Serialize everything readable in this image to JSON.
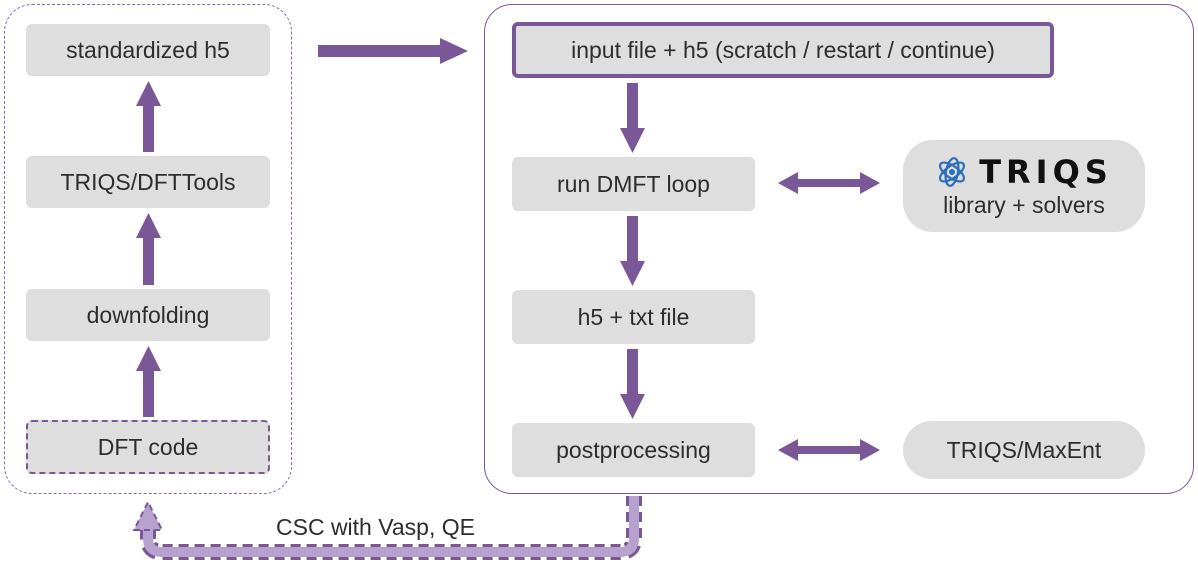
{
  "left_column": {
    "standardized": "standardized h5",
    "dfttools": "TRIQS/DFTTools",
    "downfolding": "downfolding",
    "dft_code": "DFT code"
  },
  "right_column": {
    "input": "input file + h5 (scratch / restart / continue)",
    "dmft_loop": "run DMFT loop",
    "h5_txt": "h5 + txt file",
    "postprocessing": "postprocessing"
  },
  "side_tools": {
    "triqs_logo_text": "TRIQS",
    "triqs_sub": "library + solvers",
    "maxent": "TRIQS/MaxEnt"
  },
  "csc_label": "CSC with Vasp, QE",
  "colors": {
    "accent": "#7a5796",
    "light_accent": "#b7a2cf",
    "box": "#dedede",
    "logo_blue": "#2a6fb8"
  }
}
